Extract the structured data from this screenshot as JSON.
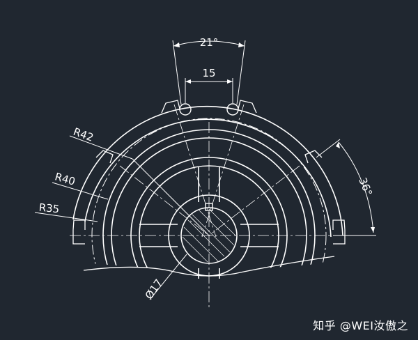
{
  "drawing": {
    "background": "#202730",
    "line_color": "#ffffff",
    "dimensions": {
      "angle_top": "21°",
      "width_top": "15",
      "angle_right": "36°",
      "radius_outer": "R42",
      "radius_middle": "R40",
      "radius_inner": "R35",
      "diameter_hole": "Ø17"
    }
  },
  "watermark": "知乎 @WEI汝傲之"
}
